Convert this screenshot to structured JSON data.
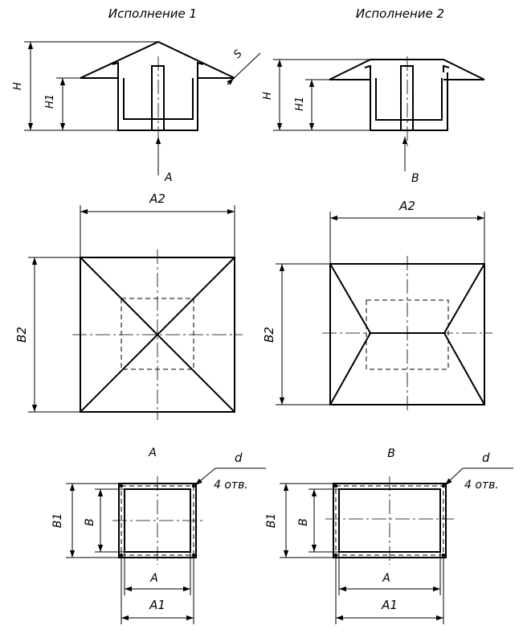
{
  "variants": [
    {
      "title": "Исполнение 1",
      "view_arrow": "A",
      "plan_width": "A2",
      "plan_height": "B2",
      "section_title": "A",
      "hole_label": "d",
      "hole_count": "4 отв."
    },
    {
      "title": "Исполнение 2",
      "view_arrow": "B",
      "plan_width": "A2",
      "plan_height": "B2",
      "section_title": "B",
      "hole_label": "d",
      "hole_count": "4 отв."
    }
  ],
  "dims": {
    "H": "H",
    "H1": "H1",
    "S": "S",
    "A": "A",
    "A1": "A1",
    "B": "B",
    "B1": "B1"
  },
  "colors": {
    "ink": "#000000",
    "paper": "#ffffff"
  }
}
